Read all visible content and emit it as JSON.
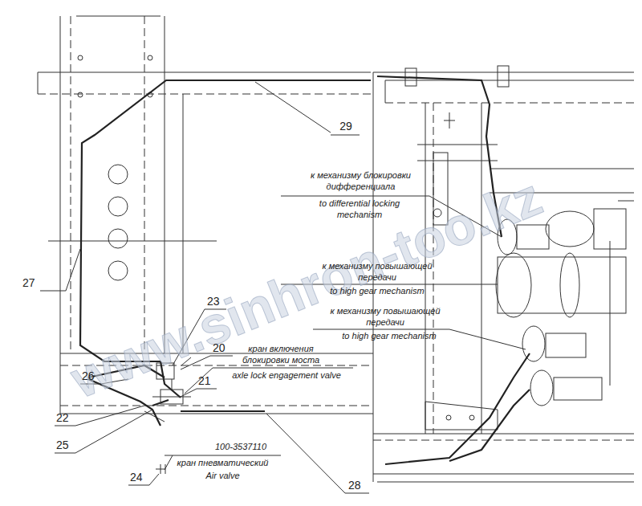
{
  "diagram": {
    "labels": [
      "29",
      "к механизму блокировки дифференциала",
      "to differential locking mechanism",
      "к механизму повышающей передачи",
      "to high gear mechanism",
      "к механизму повышающей передачи",
      "to high gear mechanism",
      "кран включения блокировки моста",
      "axle lock engagement valve",
      "27",
      "23",
      "20",
      "21",
      "26",
      "22",
      "25",
      "100-3537110",
      "кран пневматический",
      "Air valve",
      "24",
      "28",
      "www.sinhron-too.kz"
    ]
  }
}
